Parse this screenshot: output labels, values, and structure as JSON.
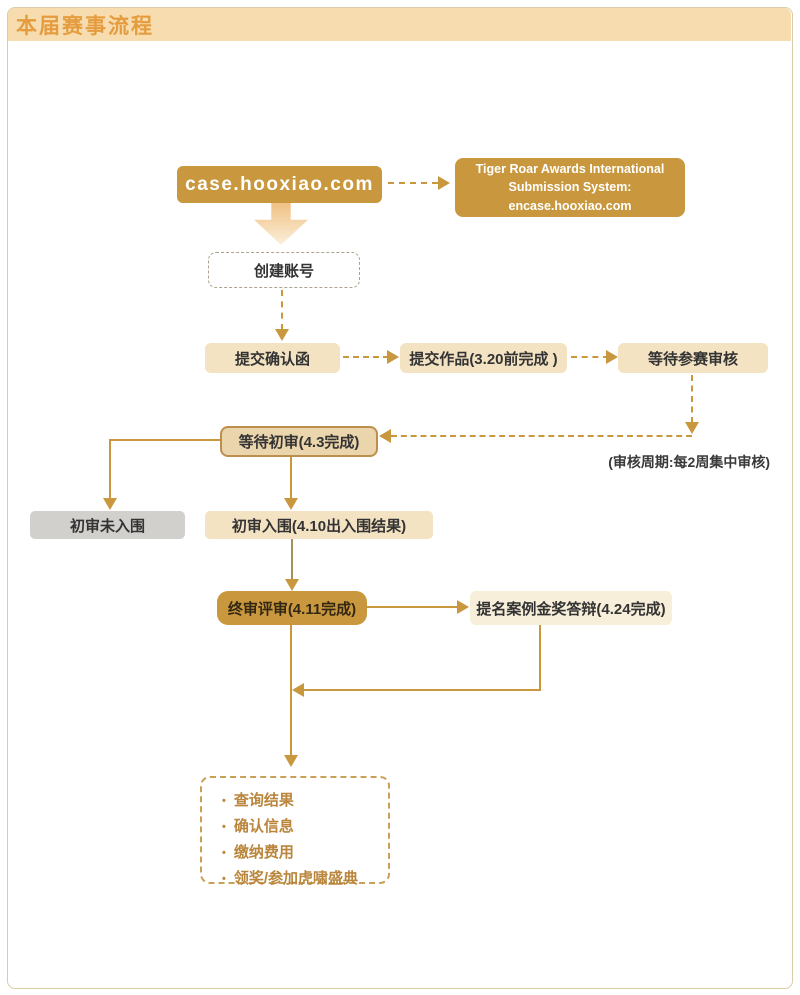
{
  "title": "本届赛事流程",
  "colors": {
    "accent_gold": "#C9983E",
    "header_bg": "#F6DCAE",
    "header_text": "#E59C3F",
    "tan_box": "#F4E3C3",
    "bordered_box_fill": "#EBD5AD",
    "bordered_box_border": "#BD8F4E",
    "gray_box": "#D2D0CD",
    "cream_box": "#F8EFDB",
    "list_text": "#B9863C"
  },
  "nodes": {
    "portal": {
      "label": "case.hooxiao.com"
    },
    "intl_system": {
      "lines": [
        "Tiger Roar Awards International",
        "Submission System:",
        "encase.hooxiao.com"
      ]
    },
    "create_account": {
      "label": "创建账号"
    },
    "submit_confirmation": {
      "label": "提交确认函"
    },
    "submit_work": {
      "label": "提交作品(3.20前完成 )"
    },
    "await_entry_review": {
      "label": "等待参赛审核"
    },
    "review_cycle_note": {
      "label": "(审核周期:每2周集中审核)"
    },
    "await_first_review": {
      "label": "等待初审(4.3完成)"
    },
    "first_review_not_shortlisted": {
      "label": "初审未入围"
    },
    "first_review_shortlisted": {
      "label": "初审入围(4.10出入围结果)"
    },
    "final_review": {
      "label": "终审评审(4.11完成)"
    },
    "gold_award_defense": {
      "label": "提名案例金奖答辩(4.24完成)"
    },
    "final_steps": {
      "items": [
        "查询结果",
        "确认信息",
        "缴纳费用",
        "领奖/参加虎啸盛典"
      ]
    }
  }
}
